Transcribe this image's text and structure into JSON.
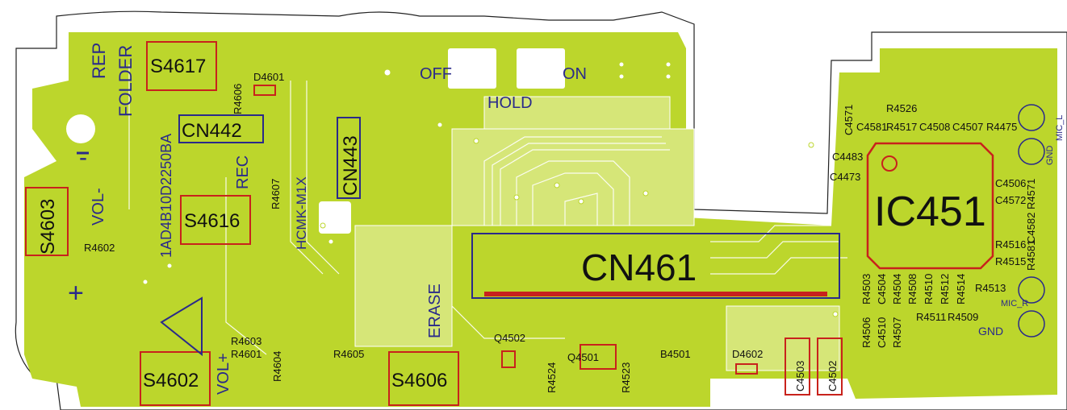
{
  "colors": {
    "copper": "#bcd62c",
    "trace_light": "#d6e678",
    "board_bg": "#ffffff",
    "outline": "#222222",
    "silkscreen_blue": "#2a2a8a",
    "component_red": "#c8221c",
    "text": "#111111"
  },
  "switch_labels": {
    "rep_folder_1": "REP",
    "rep_folder_2": "FOLDER",
    "vol_minus": "VOL-",
    "vol_plus": "VOL+",
    "rec": "REC",
    "erase": "ERASE",
    "off": "OFF",
    "on": "ON",
    "hold": "HOLD",
    "minus_sign": "-",
    "plus_sign": "+",
    "mic_l": "MIC_L",
    "mic_r": "MIC_R",
    "gnd_1": "GND",
    "gnd_2": "GND"
  },
  "part_numbers": {
    "board_code": "1AD4B10D2250BA",
    "hcmk": "HCMK-M1X"
  },
  "major_components": {
    "ic451": "IC451",
    "cn461": "CN461",
    "cn442": "CN442",
    "cn443": "CN443"
  },
  "switches": {
    "s4617": "S4617",
    "s4603": "S4603",
    "s4616": "S4616",
    "s4602": "S4602",
    "s4606": "S4606"
  },
  "refs": {
    "d4601": "D4601",
    "r4606": "R4606",
    "r4607": "R4607",
    "r4602": "R4602",
    "r4603": "R4603",
    "r4601": "R4601",
    "r4604": "R4604",
    "r4605": "R4605",
    "q4502": "Q4502",
    "q4501": "Q4501",
    "r4524": "R4524",
    "r4523": "R4523",
    "b4501": "B4501",
    "d4602": "D4602",
    "c4503": "C4503",
    "c4502": "C4502",
    "r4526": "R4526",
    "c4571": "C4571",
    "c4581": "C4581",
    "r4517": "R4517",
    "c4508": "C4508",
    "c4507": "C4507",
    "r4475": "R4475",
    "c4483": "C4483",
    "c4473": "C4473",
    "c4506": "C4506",
    "r4571": "R4571",
    "c4572": "C4572",
    "c4582": "C4582",
    "r4581": "R4581",
    "r4516": "R4516",
    "r4515": "R4515",
    "r4503": "R4503",
    "c4504": "C4504",
    "r4504": "R4504",
    "r4508": "R4508",
    "r4510": "R4510",
    "r4512": "R4512",
    "r4514": "R4514",
    "r4513": "R4513",
    "r4506": "R4506",
    "c4510": "C4510",
    "r4507": "R4507",
    "r4511": "R4511",
    "r4509": "R4509"
  }
}
